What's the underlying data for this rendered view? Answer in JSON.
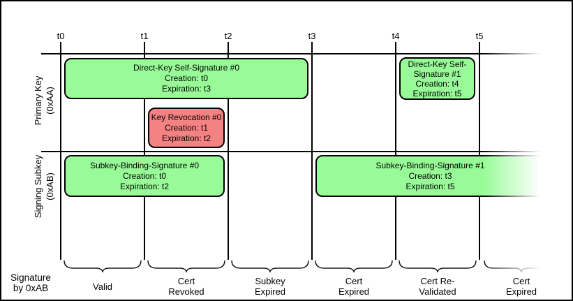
{
  "timeline": {
    "ticks": [
      "t0",
      "t1",
      "t2",
      "t3",
      "t4",
      "t5"
    ]
  },
  "rows": {
    "primary": {
      "name": "Primary Key",
      "id": "(0xAA)"
    },
    "subkey": {
      "name": "Signing Subkey",
      "id": "(0xAB)"
    }
  },
  "boxes": {
    "direct_key_sig_0": {
      "lines": [
        "Direct-Key Self-Signature #0",
        "Creation: t0",
        "Expiration: t3"
      ],
      "color": "#98FB98"
    },
    "direct_key_sig_1": {
      "lines": [
        "Direct-Key Self-",
        "Signature #1",
        "Creation: t4",
        "Expiration: t5"
      ],
      "color": "#98FB98"
    },
    "key_revocation_0": {
      "lines": [
        "Key Revocation #0",
        "Creation: t1",
        "Expiration: t2"
      ],
      "color": "#F48282"
    },
    "subkey_binding_sig_0": {
      "lines": [
        "Subkey-Binding-Signature #0",
        "Creation: t0",
        "Expiration: t2"
      ],
      "color": "#98FB98"
    },
    "subkey_binding_sig_1": {
      "lines": [
        "Subkey-Binding-Signature #1",
        "Creation: t3",
        "Expiration: t5"
      ],
      "color": "#98FB98"
    }
  },
  "bottom_axis": {
    "label": {
      "line1": "Signature",
      "line2": "by 0xAB"
    },
    "intervals": [
      {
        "line1": "Valid",
        "line2": ""
      },
      {
        "line1": "Cert",
        "line2": "Revoked"
      },
      {
        "line1": "Subkey",
        "line2": "Expired"
      },
      {
        "line1": "Cert",
        "line2": "Expired"
      },
      {
        "line1": "Cert Re-",
        "line2": "Validated"
      },
      {
        "line1": "Cert",
        "line2": "Expired"
      }
    ]
  },
  "colors": {
    "valid_signature": "#98FB98",
    "revocation": "#F48282",
    "line": "#000000",
    "background": "#FFFFFF"
  }
}
